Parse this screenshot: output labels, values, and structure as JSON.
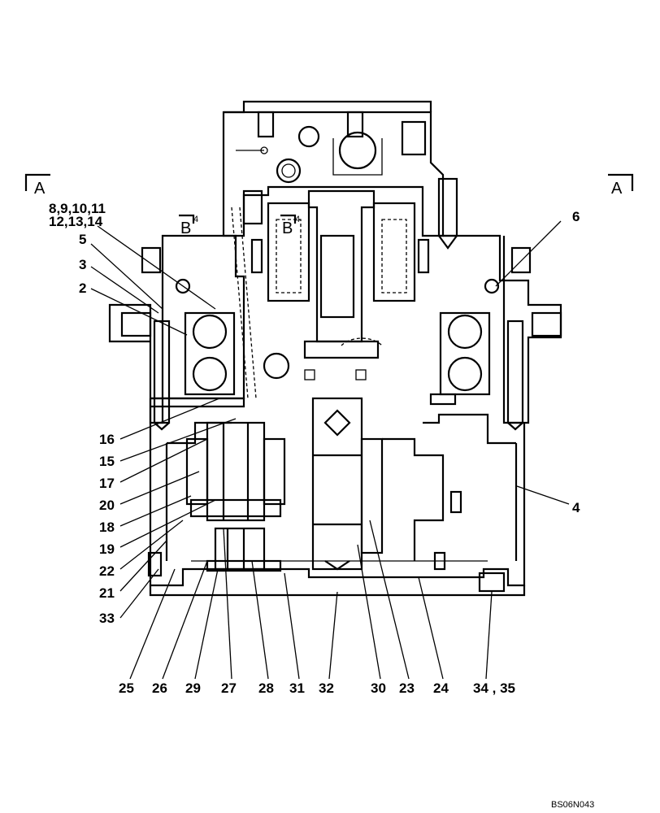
{
  "section_marks": {
    "left": "A",
    "right": "A",
    "b_left": "B",
    "b_right": "B",
    "b_sub_left": "4",
    "b_sub_right": "4"
  },
  "labels": {
    "l_8_11": "8,9,10,11",
    "l_12_14": "12,13,14",
    "l_5": "5",
    "l_3": "3",
    "l_2": "2",
    "l_6": "6",
    "l_4": "4",
    "l_16": "16",
    "l_15": "15",
    "l_17": "17",
    "l_20": "20",
    "l_18": "18",
    "l_19": "19",
    "l_22": "22",
    "l_21": "21",
    "l_33": "33",
    "l_25": "25",
    "l_26": "26",
    "l_29": "29",
    "l_27": "27",
    "l_28": "28",
    "l_31": "31",
    "l_32": "32",
    "l_30": "30",
    "l_23": "23",
    "l_24": "24",
    "l_34_35": "34 , 35"
  },
  "drawing_ref": "BS06N043"
}
